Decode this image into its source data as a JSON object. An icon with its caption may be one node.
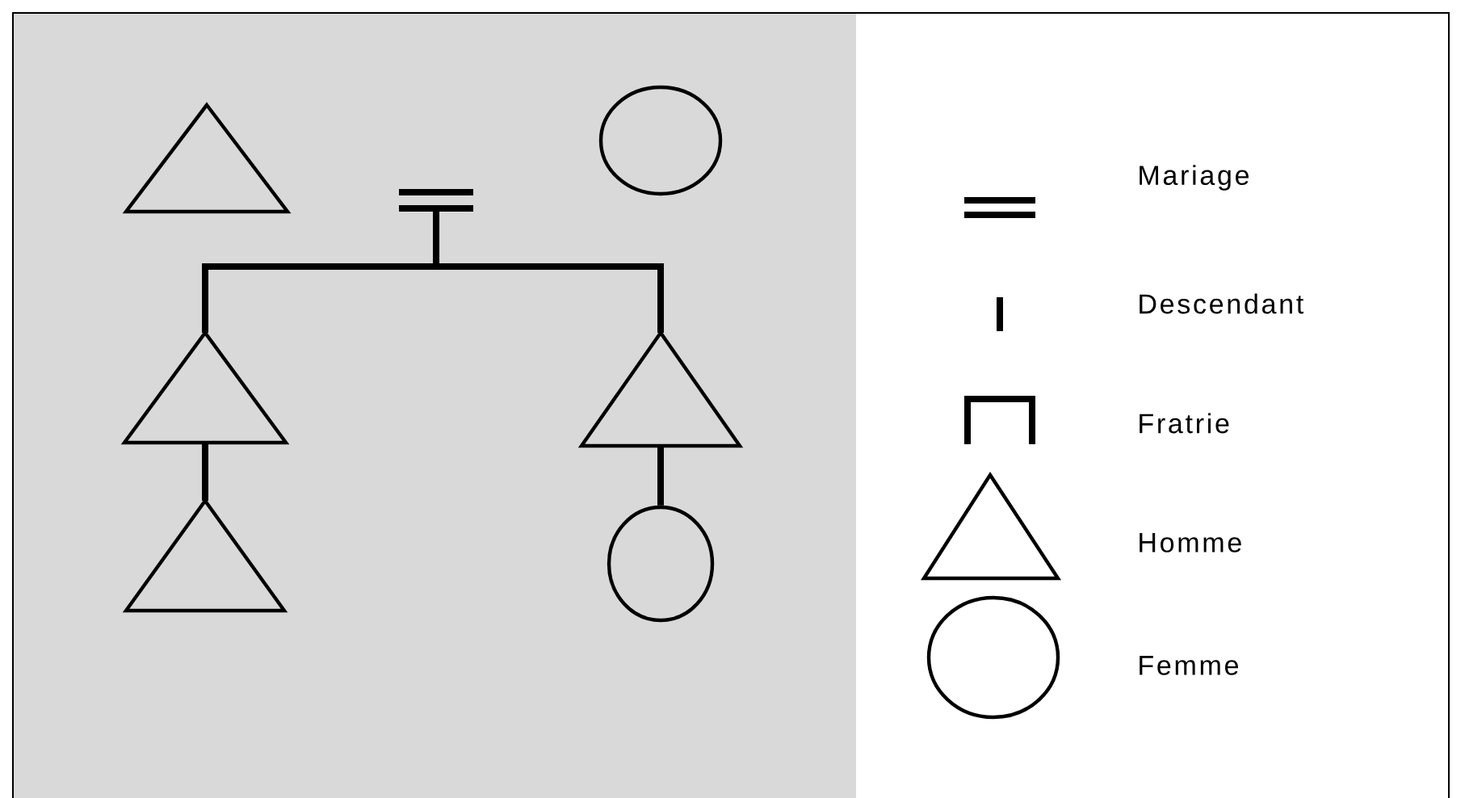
{
  "diagram": {
    "nodes": [
      {
        "text": [],
        "shape": "triangle"
      },
      {
        "text": [],
        "shape": "circle"
      },
      {
        "text": [],
        "shape": "triangle"
      },
      {
        "text": [],
        "shape": "triangle"
      },
      {
        "text": [],
        "shape": "triangle"
      },
      {
        "text": [],
        "shape": "circle"
      },
      {
        "text": [],
        "shape": "bar"
      }
    ],
    "edges": [
      {
        "from": 6,
        "to": 2,
        "arrow": "none"
      },
      {
        "from": 6,
        "to": 3,
        "arrow": "none"
      },
      {
        "from": 2,
        "to": 4,
        "arrow": "none"
      },
      {
        "from": 3,
        "to": 5,
        "arrow": "none"
      }
    ],
    "legend": [
      {
        "text": "Mariage"
      },
      {
        "text": "Descendant"
      },
      {
        "text": "Fratrie"
      },
      {
        "text": "Homme"
      },
      {
        "text": "Femme"
      }
    ]
  }
}
